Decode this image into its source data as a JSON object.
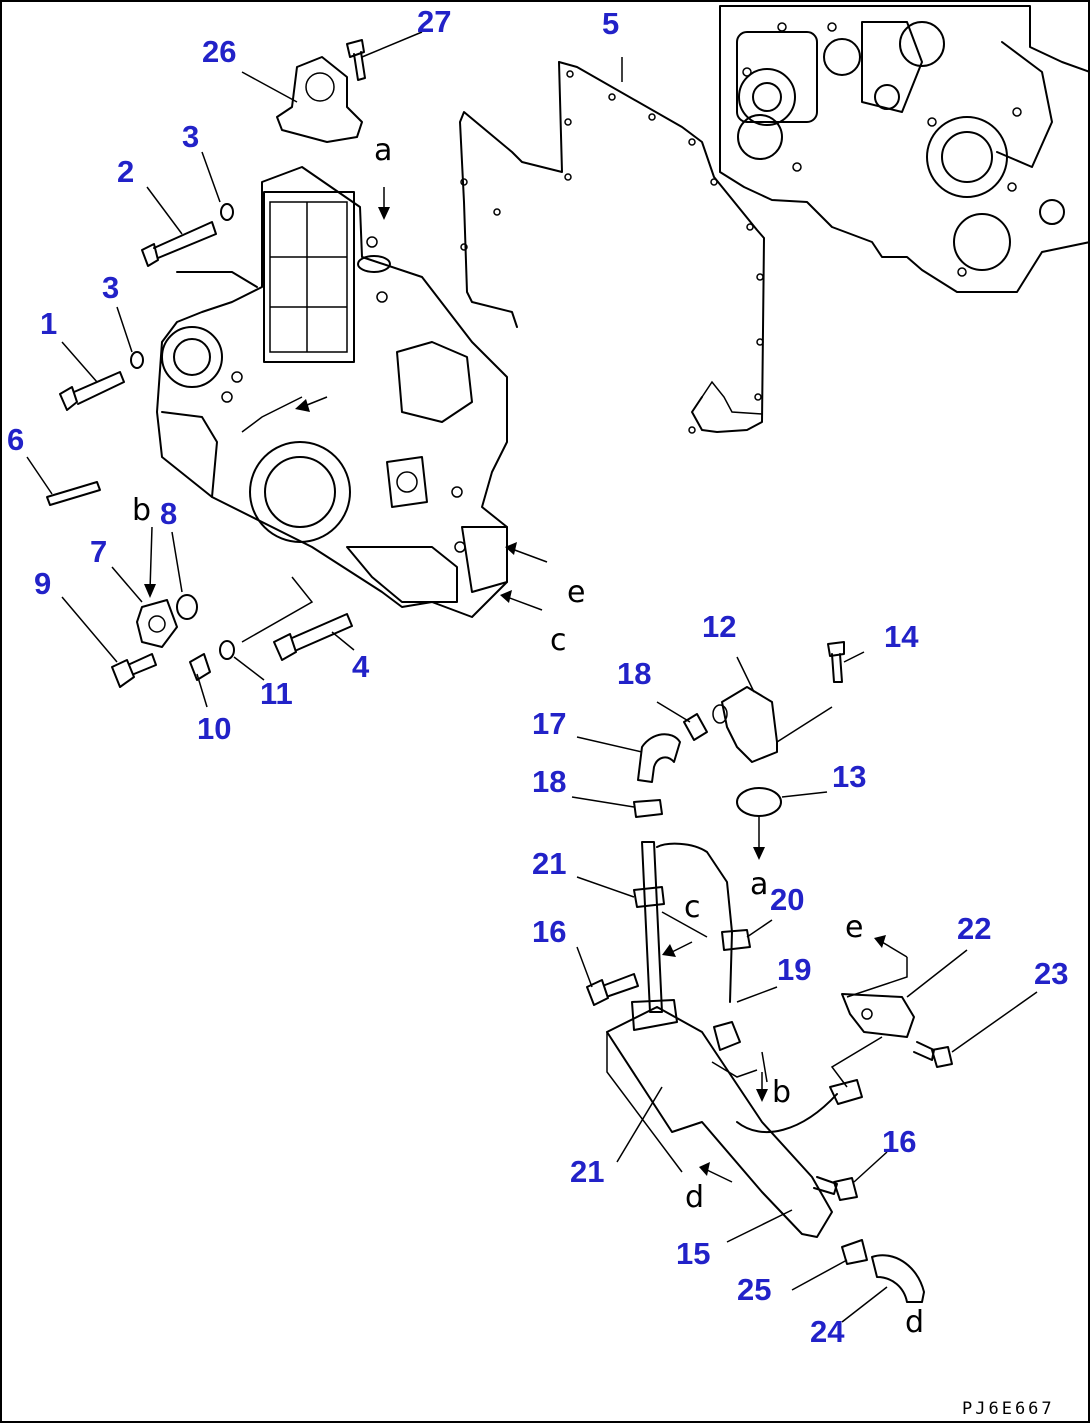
{
  "diagram_code": "PJ6E667",
  "colors": {
    "callout": "#2222c8",
    "line": "#000000",
    "background": "#ffffff"
  },
  "callouts": {
    "n1": "1",
    "n2": "2",
    "n3a": "3",
    "n3b": "3",
    "n4": "4",
    "n5": "5",
    "n6": "6",
    "n7": "7",
    "n8": "8",
    "n9": "9",
    "n10": "10",
    "n11": "11",
    "n12": "12",
    "n13": "13",
    "n14": "14",
    "n15": "15",
    "n16a": "16",
    "n16b": "16",
    "n17": "17",
    "n18a": "18",
    "n18b": "18",
    "n19": "19",
    "n20": "20",
    "n21a": "21",
    "n21b": "21",
    "n22": "22",
    "n23": "23",
    "n24": "24",
    "n25": "25",
    "n26": "26",
    "n27": "27"
  },
  "connection_letters": {
    "a1": "a",
    "a2": "a",
    "b1": "b",
    "b2": "b",
    "c1": "c",
    "c2": "c",
    "d1": "d",
    "d2": "d",
    "e1": "e",
    "e2": "e"
  }
}
